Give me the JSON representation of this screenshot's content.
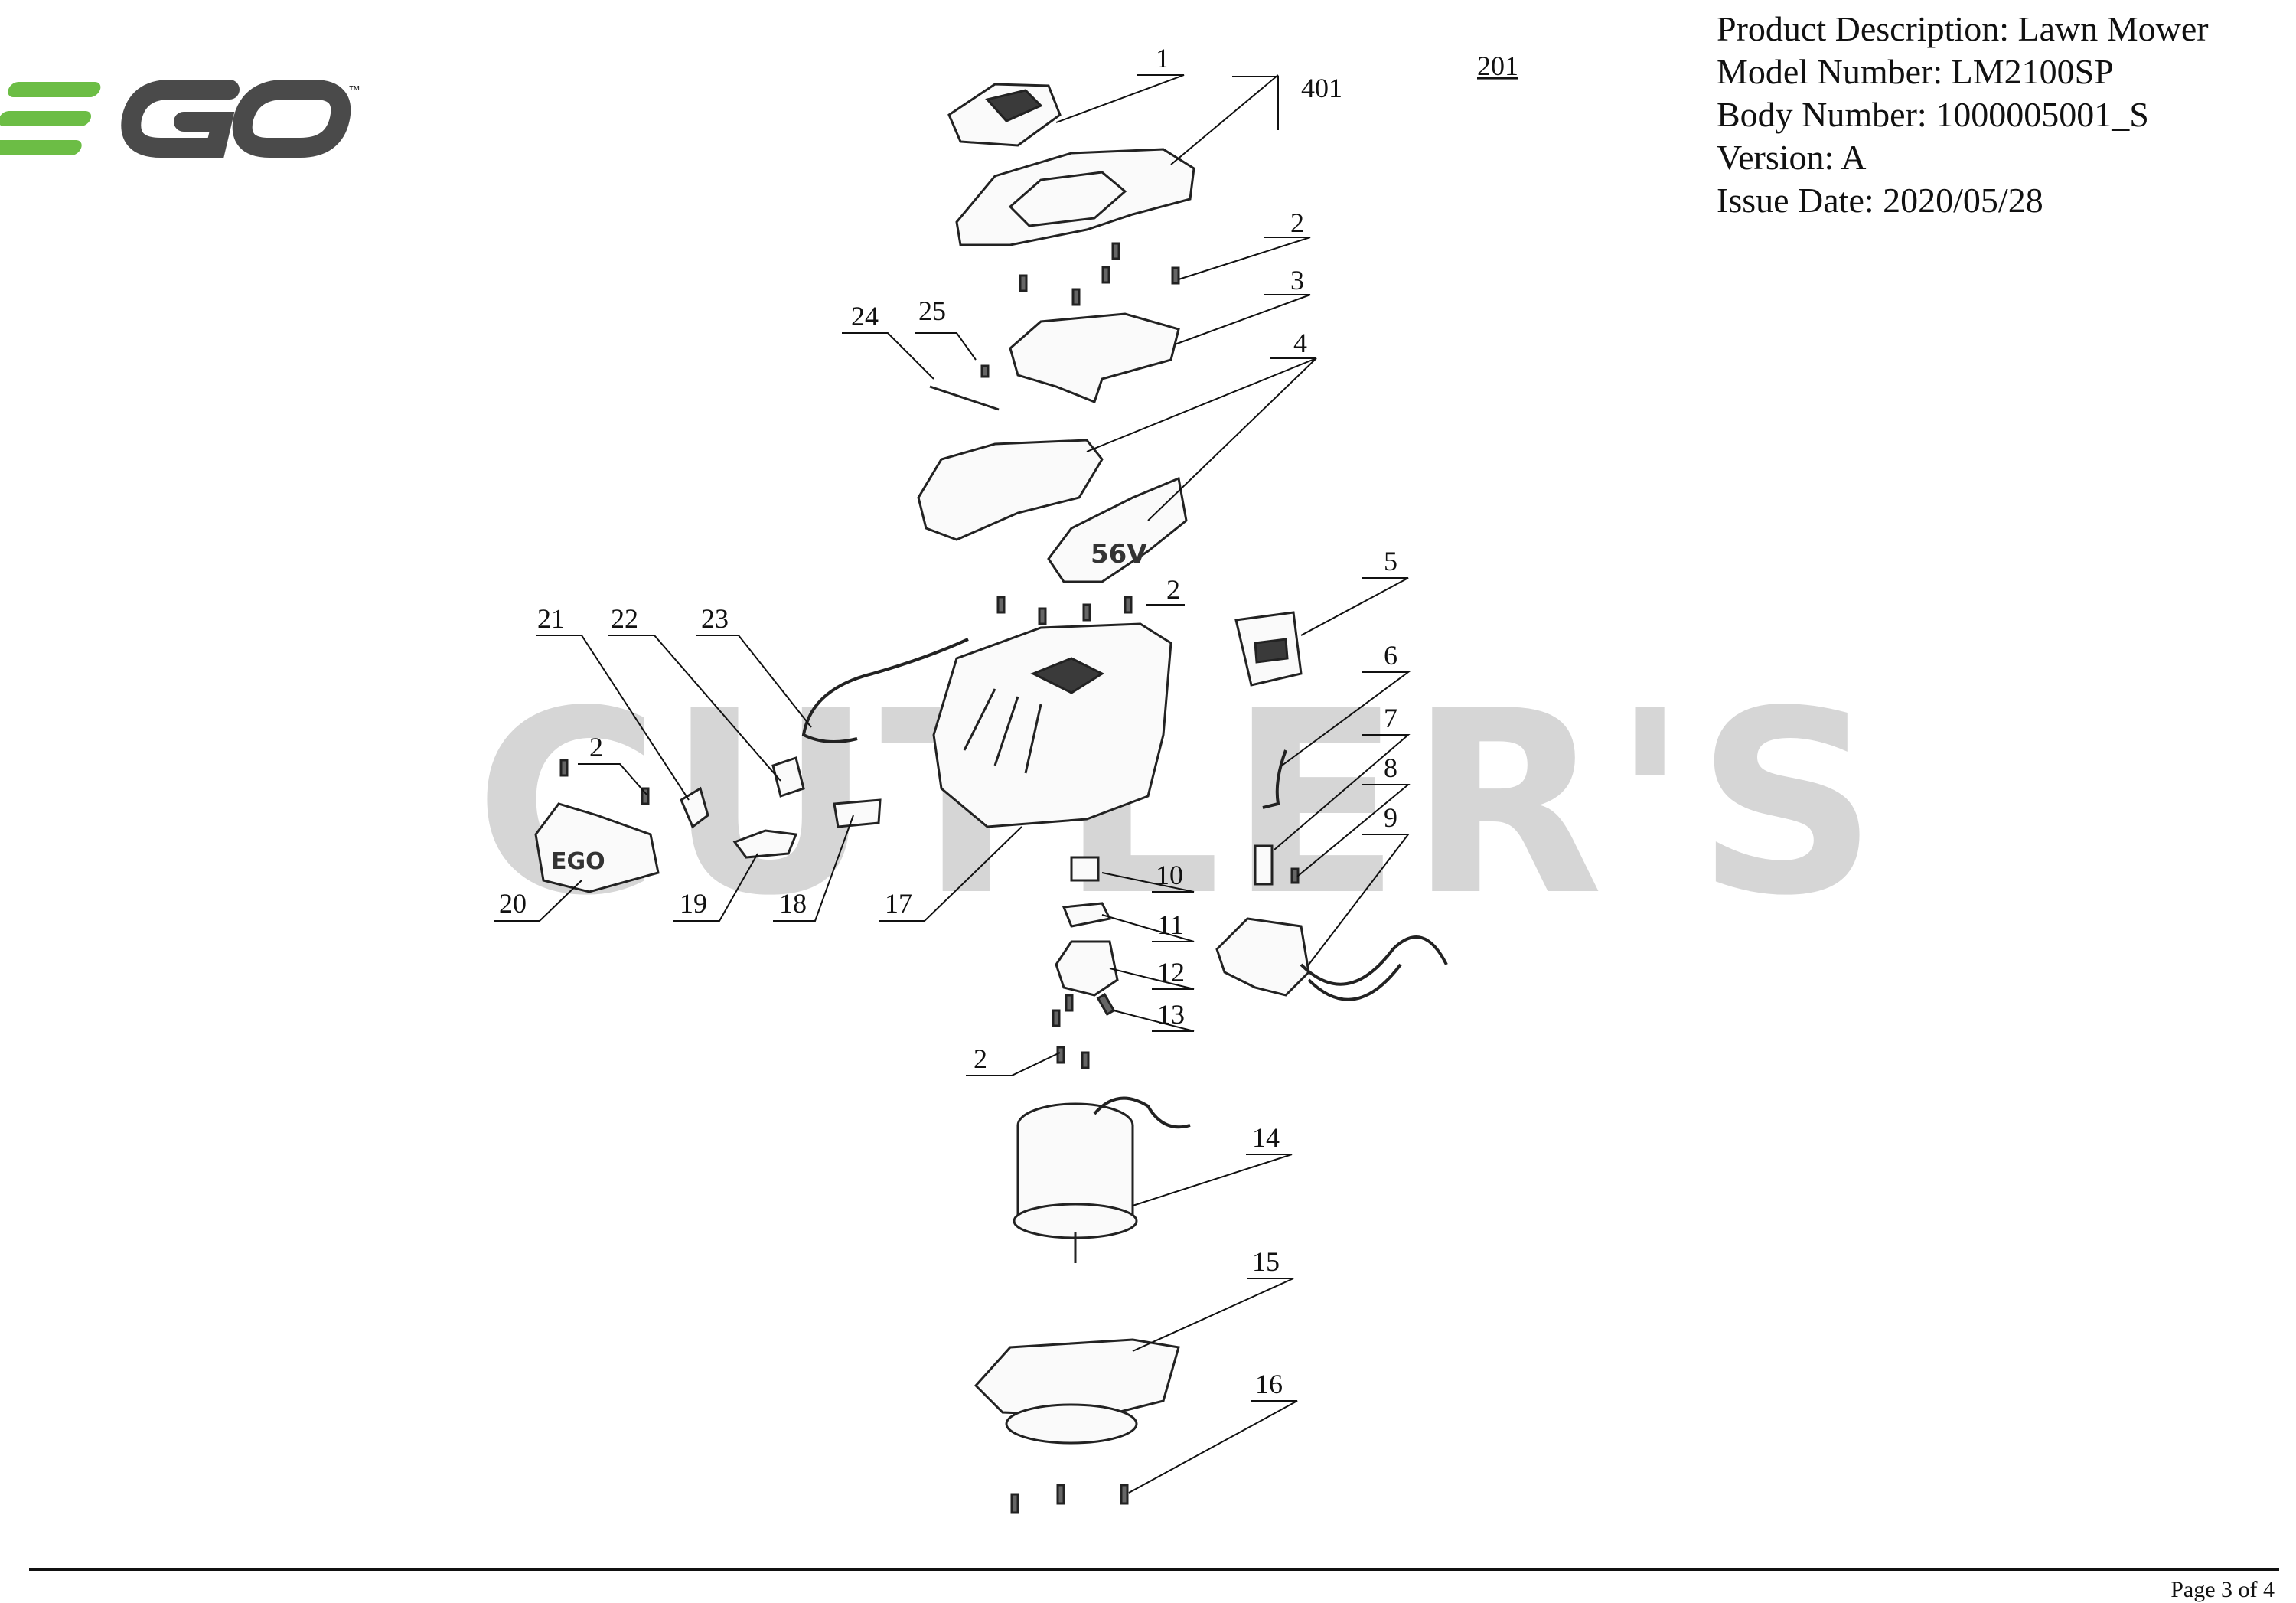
{
  "brand": {
    "logo_text": "EGO",
    "trademark": "™",
    "logo_green": "#6cbd45",
    "logo_gray": "#4a4a4a"
  },
  "watermark": "CUTLER'S",
  "sheet_ref": "201",
  "info": {
    "product_description": "Product Description: Lawn Mower",
    "model_number": "Model Number: LM2100SP",
    "body_number": "Body Number: 1000005001_S",
    "version": "Version: A",
    "issue_date": "Issue Date: 2020/05/28"
  },
  "callouts": {
    "c1": "1",
    "c401": "401",
    "c2a": "2",
    "c3": "3",
    "c4": "4",
    "c24": "24",
    "c25": "25",
    "c2b": "2",
    "c5": "5",
    "c21": "21",
    "c22": "22",
    "c23": "23",
    "c2c": "2",
    "c6": "6",
    "c7": "7",
    "c8": "8",
    "c9": "9",
    "c20": "20",
    "c19": "19",
    "c18": "18",
    "c17": "17",
    "c10": "10",
    "c11": "11",
    "c12": "12",
    "c13": "13",
    "c2d": "2",
    "c14": "14",
    "c15": "15",
    "c16": "16"
  },
  "footer": {
    "page": "Page 3 of  4"
  }
}
